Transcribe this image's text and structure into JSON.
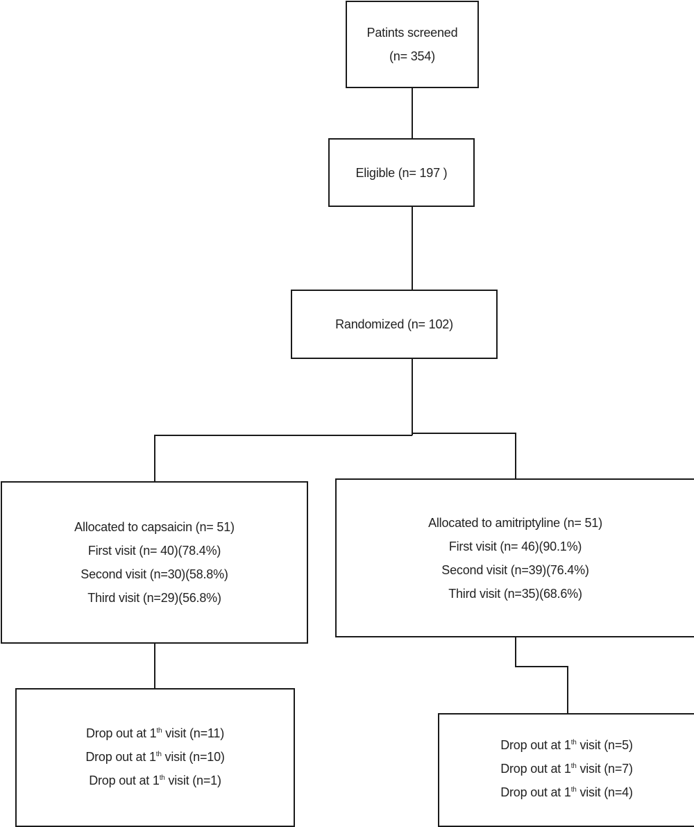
{
  "nodes": {
    "screened": {
      "lines": [
        "Patints screened",
        "(n= 354)"
      ]
    },
    "eligible": {
      "lines": [
        "Eligible (n= 197  )"
      ]
    },
    "randomized": {
      "lines": [
        "Randomized (n= 102)"
      ]
    },
    "capsaicin": {
      "lines": [
        "Allocated to capsaicin (n= 51)",
        "First visit (n= 40)(78.4%)",
        "Second visit (n=30)(58.8%)",
        "Third visit (n=29)(56.8%)"
      ]
    },
    "amitriptyline": {
      "lines": [
        "Allocated to amitriptyline (n= 51)",
        "First visit (n= 46)(90.1%)",
        "Second visit (n=39)(76.4%)",
        "Third visit (n=35)(68.6%)"
      ]
    },
    "dropout_capsaicin": {
      "rows": [
        {
          "pre": "Drop out at 1",
          "sup": "th",
          "post": " visit (n=11)"
        },
        {
          "pre": "Drop out at 1",
          "sup": "th",
          "post": " visit (n=10)"
        },
        {
          "pre": "Drop out at 1",
          "sup": "th",
          "post": " visit (n=1)"
        }
      ]
    },
    "dropout_amitriptyline": {
      "rows": [
        {
          "pre": "Drop out at 1",
          "sup": "th",
          "post": " visit (n=5)"
        },
        {
          "pre": "Drop out at 1",
          "sup": "th",
          "post": " visit (n=7)"
        },
        {
          "pre": "Drop out at 1",
          "sup": "th",
          "post": " visit (n=4)"
        }
      ]
    }
  }
}
